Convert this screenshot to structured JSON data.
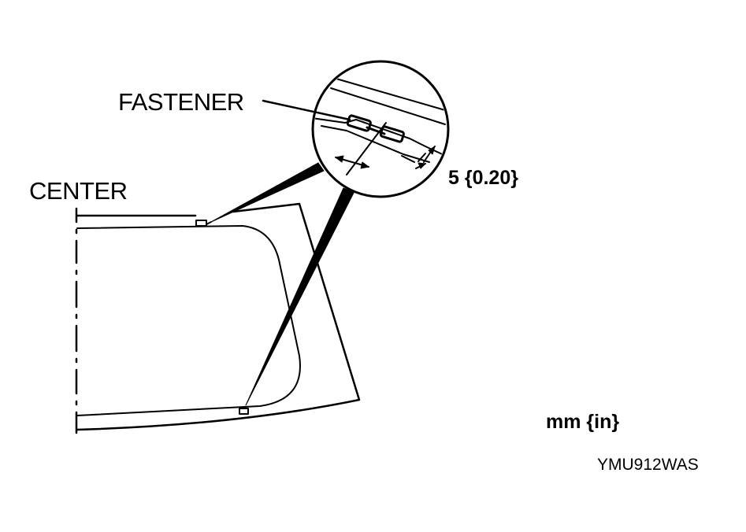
{
  "labels": {
    "fastener": "FASTENER",
    "center": "CENTER",
    "dimension": "5 {0.20}",
    "unit": "mm {in}",
    "figure_code": "YMU912WAS"
  }
}
